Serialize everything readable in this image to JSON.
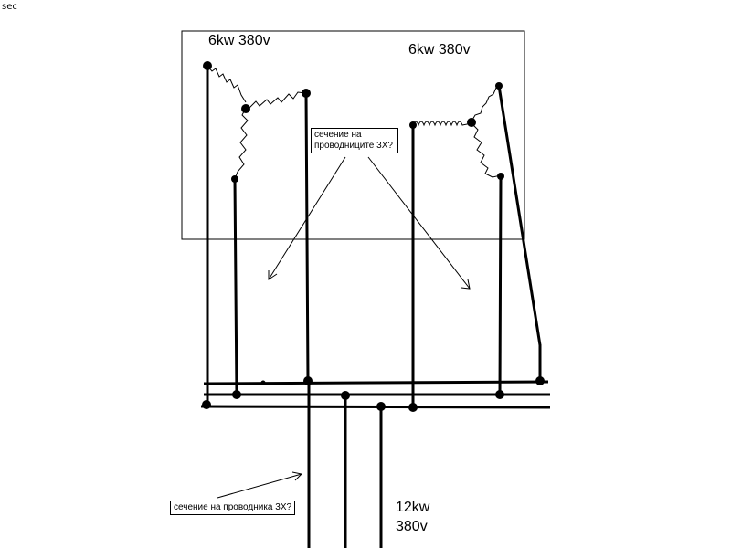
{
  "corner_label": "sec",
  "heater_left": {
    "label": "6kw 380v"
  },
  "heater_right": {
    "label": "6kw 380v"
  },
  "question_top": "сечение на проводниците 3Х?",
  "question_bottom": "сечение на проводника 3Х?",
  "supply": {
    "power": "12kw",
    "voltage": "380v"
  },
  "colors": {
    "line": "#000000",
    "background": "#ffffff"
  }
}
